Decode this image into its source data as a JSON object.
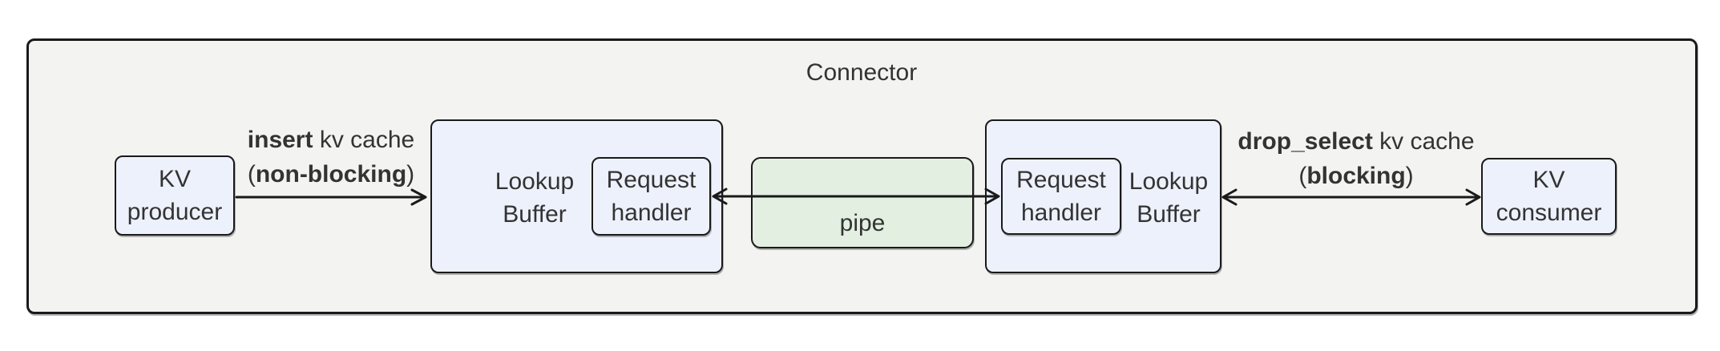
{
  "title": "Connector",
  "boxes": {
    "kv_producer": {
      "line1": "KV",
      "line2": "producer"
    },
    "lookup_buffer_left": {
      "line1": "Lookup",
      "line2": "Buffer"
    },
    "request_handler_left": {
      "line1": "Request",
      "line2": "handler"
    },
    "pipe": {
      "label": "pipe"
    },
    "request_handler_right": {
      "line1": "Request",
      "line2": "handler"
    },
    "lookup_buffer_right": {
      "line1": "Lookup",
      "line2": "Buffer"
    },
    "kv_consumer": {
      "line1": "KV",
      "line2": "consumer"
    }
  },
  "edges": {
    "insert": {
      "keyword": "insert",
      "rest": " kv cache",
      "open": "(",
      "keyword2": "non-blocking",
      "close": ")"
    },
    "drop_select": {
      "keyword": "drop_select",
      "rest": " kv cache",
      "open": "(",
      "keyword2": "blocking",
      "close": ")"
    }
  },
  "colors": {
    "node_fill": "#edf1fb",
    "pipe_fill": "#e2efe1",
    "container_fill": "#f3f3f2",
    "border": "#1a1a1a",
    "text": "#333333"
  }
}
